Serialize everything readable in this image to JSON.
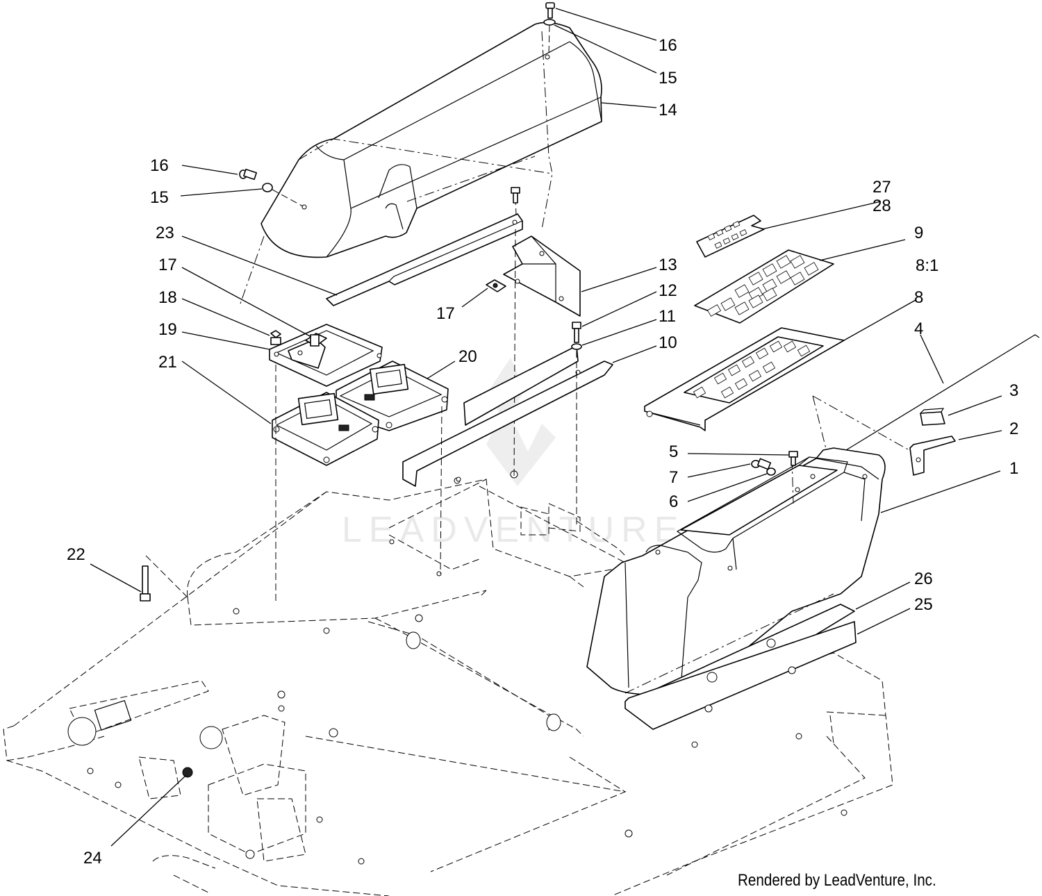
{
  "watermark": "LEADVENTURE",
  "credit": "Rendered by LeadVenture, Inc.",
  "callouts": {
    "c1": "1",
    "c2": "2",
    "c3": "3",
    "c4": "4",
    "c5": "5",
    "c6": "6",
    "c7": "7",
    "c8": "8",
    "c8_1": "8:1",
    "c9": "9",
    "c10": "10",
    "c11": "11",
    "c12": "12",
    "c13": "13",
    "c14": "14",
    "c15_top": "15",
    "c16_top": "16",
    "c15_left": "15",
    "c16_left": "16",
    "c17_left": "17",
    "c17_mid": "17",
    "c18": "18",
    "c19": "19",
    "c20": "20",
    "c21": "21",
    "c22": "22",
    "c23": "23",
    "c24": "24",
    "c25": "25",
    "c26": "26",
    "c27": "27",
    "c28": "28"
  }
}
